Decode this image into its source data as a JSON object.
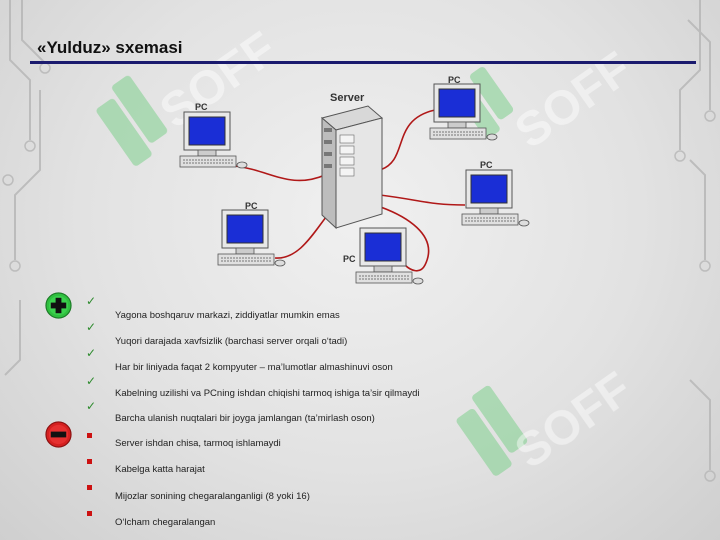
{
  "slide": {
    "title": "«Yulduz» sxemasi"
  },
  "watermark": {
    "text": "SOFF"
  },
  "diagram": {
    "server_label": "Server",
    "pc_labels": [
      "PC",
      "PC",
      "PC",
      "PC",
      "PC"
    ],
    "cable_color": "#b01818"
  },
  "advantages": {
    "badge_icon": "plus-icon",
    "items": [
      "Yagona boshqaruv markazi, ziddiyatlar mumkin emas",
      "Yuqori darajada xavfsizlik (barchasi server orqali o‘tadi)",
      "Har bir liniyada faqat 2 kompyuter – ma’lumotlar almashinuvi oson",
      "Kabelning uzilishi va PCning ishdan chiqishi tarmoq ishiga ta’sir qilmaydi",
      "Barcha ulanish nuqtalari bir joyga jamlangan (ta’mirlash oson)"
    ]
  },
  "disadvantages": {
    "badge_icon": "minus-icon",
    "items": [
      "Server ishdan chisa, tarmoq ishlamaydi",
      "Kabelga katta harajat",
      "Mijozlar sonining chegaralanganligi (8 yoki 16)",
      "O‘lcham chegaralangan"
    ]
  }
}
